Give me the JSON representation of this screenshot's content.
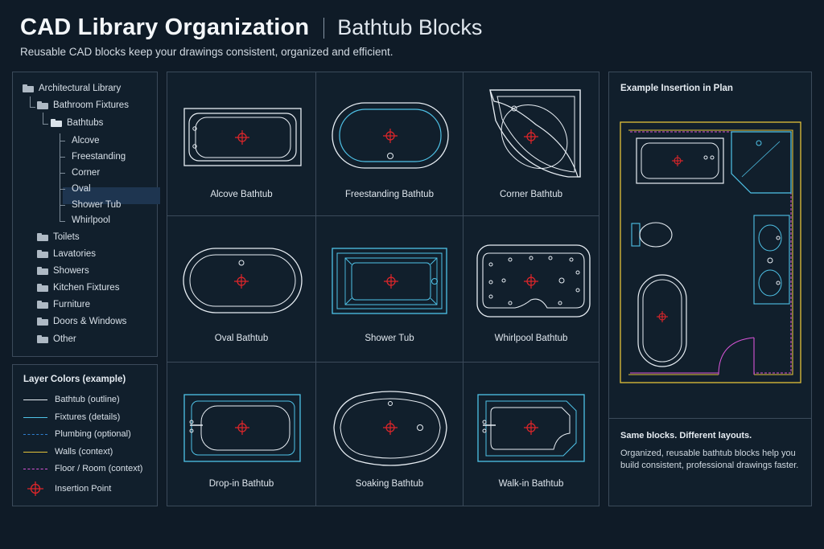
{
  "header": {
    "title": "CAD Library Organization",
    "subtitle": "Bathtub Blocks",
    "tagline": "Reusable CAD blocks keep your drawings consistent, organized and efficient."
  },
  "tree": {
    "root": "Architectural Library",
    "bathroom": "Bathroom Fixtures",
    "bathtubs": "Bathtubs",
    "subtypes": [
      "Alcove",
      "Freestanding",
      "Corner",
      "Oval",
      "Shower Tub",
      "Whirlpool"
    ],
    "folders": [
      "Toilets",
      "Lavatories",
      "Showers",
      "Kitchen Fixtures",
      "Furniture",
      "Doors & Windows",
      "Other"
    ]
  },
  "legend": {
    "title": "Layer Colors (example)",
    "items": [
      {
        "label": "Bathtub (outline)",
        "color": "#e8eef4"
      },
      {
        "label": "Fixtures (details)",
        "color": "#4fc3e8"
      },
      {
        "label": "Plumbing (optional)",
        "color": "#2f7fd0"
      },
      {
        "label": "Walls (context)",
        "color": "#e3c23a"
      },
      {
        "label": "Floor / Room (context)",
        "color": "#d855d8"
      },
      {
        "label": "Insertion Point",
        "color": "#e0262a"
      }
    ]
  },
  "blocks": [
    {
      "label": "Alcove Bathtub"
    },
    {
      "label": "Freestanding Bathtub"
    },
    {
      "label": "Corner Bathtub"
    },
    {
      "label": "Oval Bathtub"
    },
    {
      "label": "Shower Tub"
    },
    {
      "label": "Whirlpool Bathtub"
    },
    {
      "label": "Drop-in Bathtub"
    },
    {
      "label": "Soaking Bathtub"
    },
    {
      "label": "Walk-in Bathtub"
    }
  ],
  "plan": {
    "title": "Example Insertion in Plan"
  },
  "note": {
    "title": "Same blocks. Different layouts.",
    "text": "Organized, reusable bathtub blocks help you build consistent, professional drawings faster."
  },
  "colors": {
    "background": "#0f1b27",
    "outline": "#e8eef4",
    "fixture": "#4fc3e8",
    "wall": "#e3c23a",
    "floor": "#d855d8",
    "insertion": "#e0262a"
  }
}
